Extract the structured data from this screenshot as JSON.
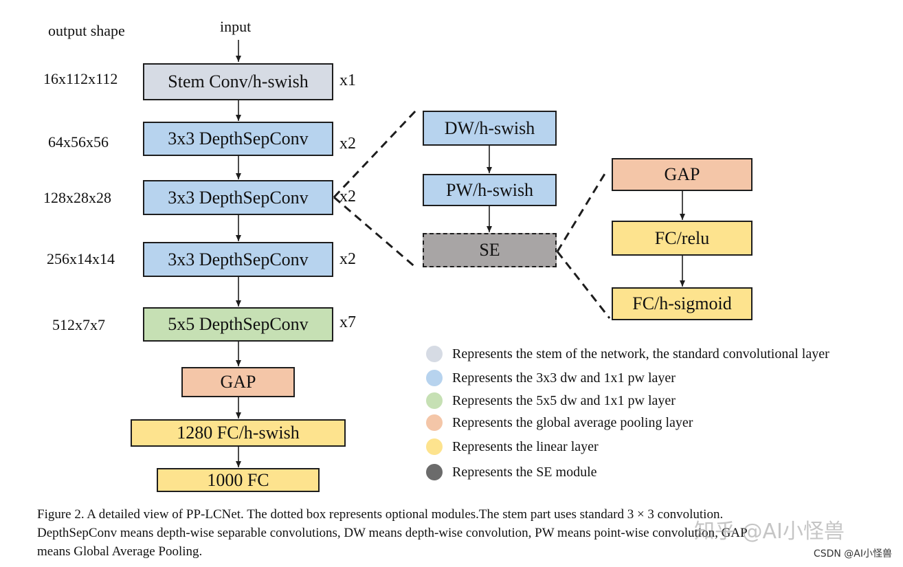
{
  "header": {
    "output_shape": "output shape",
    "input": "input"
  },
  "main_blocks": [
    {
      "shape": "16x112x112",
      "label": "Stem Conv/h-swish",
      "repeat": "x1"
    },
    {
      "shape": "64x56x56",
      "label": "3x3 DepthSepConv",
      "repeat": "x2"
    },
    {
      "shape": "128x28x28",
      "label": "3x3 DepthSepConv",
      "repeat": "x2"
    },
    {
      "shape": "256x14x14",
      "label": "3x3 DepthSepConv",
      "repeat": "x2"
    },
    {
      "shape": "512x7x7",
      "label": "5x5 DepthSepConv",
      "repeat": "x7"
    }
  ],
  "head_blocks": [
    "GAP",
    "1280 FC/h-swish",
    "1000 FC"
  ],
  "depthsep_detail": [
    "DW/h-swish",
    "PW/h-swish",
    "SE"
  ],
  "se_detail": [
    "GAP",
    "FC/relu",
    "FC/h-sigmoid"
  ],
  "legend": [
    {
      "color": "#d6dbe4",
      "text": "Represents the stem of the network, the standard convolutional layer"
    },
    {
      "color": "#b7d3ee",
      "text": "Represents the 3x3 dw and 1x1 pw layer"
    },
    {
      "color": "#c6e0b4",
      "text": "Represents the 5x5 dw and 1x1 pw layer"
    },
    {
      "color": "#f4c6a8",
      "text": "Represents the global average pooling layer"
    },
    {
      "color": "#fde38e",
      "text": "Represents the linear layer"
    },
    {
      "color": "#6b6b6b",
      "text": "Represents the SE module"
    }
  ],
  "caption": [
    "Figure 2. A detailed view of PP-LCNet.  The dotted box represents optional modules.The stem part uses standard 3 × 3 convolution.",
    "DepthSepConv means depth-wise separable convolutions, DW means depth-wise convolution, PW means point-wise convolution, GAP",
    "means Global Average Pooling."
  ],
  "watermark": "知乎 @AI小怪兽",
  "credit": "CSDN @AI小怪兽"
}
